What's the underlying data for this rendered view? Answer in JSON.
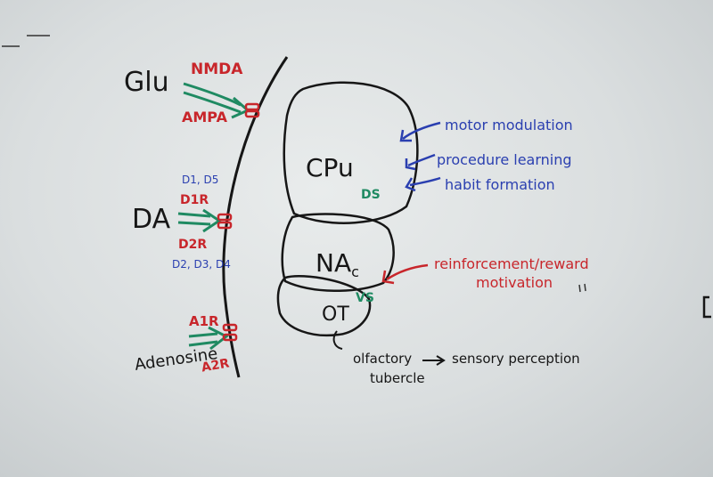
{
  "left": {
    "glu": "Glu",
    "nmda": "NMDA",
    "ampa": "AMPA",
    "d1d5": "D1, D5",
    "da": "DA",
    "d1r": "D1R",
    "d2r": "D2R",
    "d2d3d4": "D2, D3, D4",
    "a1r": "A1R",
    "adenosine": "Adenosine",
    "a2r": "A2R"
  },
  "regions": {
    "cpu": "CPu",
    "ds": "DS",
    "nac_main": "NA",
    "nac_sub": "c",
    "vs": "VS",
    "ot": "OT"
  },
  "functions": {
    "motor": "motor modulation",
    "procedure": "procedure learning",
    "habit": "habit formation",
    "reinforcement": "reinforcement/reward",
    "motivation": "motivation",
    "olfactory": "olfactory",
    "tubercle": "tubercle",
    "sensory": "sensory perception"
  },
  "colors": {
    "black_ink": "#161616",
    "red_ink": "#c8262b",
    "green_ink": "#1f8a62",
    "blue_ink": "#2a3fb0"
  }
}
